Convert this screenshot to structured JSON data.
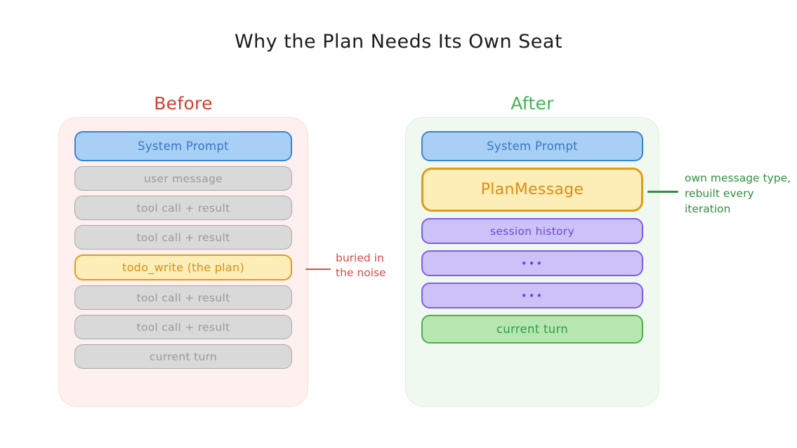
{
  "title": "Why the Plan Needs Its Own Seat",
  "colors": {
    "before_accent": "#d04038",
    "after_accent": "#45b256",
    "panel_before_bg": "#fdf0ef",
    "panel_after_bg": "#f0f9f0",
    "blue_fill": "#a8d0f5",
    "blue_border": "#3b82d6",
    "grey_fill": "#d9d9d9",
    "grey_text": "#9a9a9a",
    "yellow_fill": "#fdeeb8",
    "orange_border": "#e09b17",
    "purple_fill": "#cdc2f7",
    "purple_border": "#7c5cf0",
    "green_fill": "#b8e6b0",
    "green_border": "#4caf50",
    "annotation_red": "#d94a45",
    "annotation_green": "#2f8f3f"
  },
  "before": {
    "heading": "Before",
    "rows": [
      {
        "label": "System Prompt",
        "style": "blue"
      },
      {
        "label": "user message",
        "style": "grey"
      },
      {
        "label": "tool call + result",
        "style": "grey"
      },
      {
        "label": "tool call + result",
        "style": "grey"
      },
      {
        "label": "todo_write (the plan)",
        "style": "yellow"
      },
      {
        "label": "tool call + result",
        "style": "grey"
      },
      {
        "label": "tool call + result",
        "style": "grey"
      },
      {
        "label": "current turn",
        "style": "grey"
      }
    ],
    "annotation": {
      "lines": [
        "buried in",
        "the noise"
      ],
      "target_row_index": 4
    }
  },
  "after": {
    "heading": "After",
    "rows": [
      {
        "label": "System Prompt",
        "style": "blue"
      },
      {
        "label": "PlanMessage",
        "style": "plan"
      },
      {
        "label": "session history",
        "style": "purple"
      },
      {
        "label": "•••",
        "style": "purple dots"
      },
      {
        "label": "•••",
        "style": "purple dots"
      },
      {
        "label": "current turn",
        "style": "green"
      }
    ],
    "annotation": {
      "lines": [
        "own message type,",
        "rebuilt every",
        "iteration"
      ],
      "target_row_index": 1
    }
  }
}
